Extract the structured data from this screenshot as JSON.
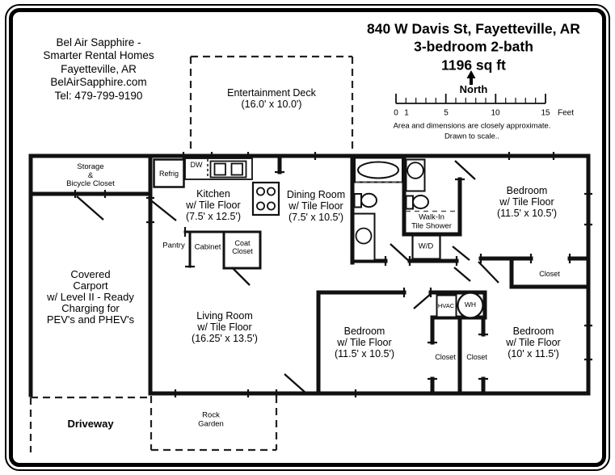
{
  "header": {
    "company_lines": [
      "Bel Air Sapphire -",
      "Smarter Rental Homes",
      "Fayetteville, AR",
      "BelAirSapphire.com",
      "Tel: 479-799-9190"
    ],
    "address": "840 W Davis St, Fayetteville, AR",
    "bedrooms": "3-bedroom 2-bath",
    "area": "1196 sq ft",
    "north_label": "North",
    "scale": {
      "t0": "0",
      "t1": "1",
      "t5": "5",
      "t10": "10",
      "t15": "15",
      "unit": "Feet"
    },
    "note1": "Area and dimensions are closely approximate.",
    "note2": "Drawn to scale.."
  },
  "outdoor": {
    "deck_line1": "Entertainment Deck",
    "deck_line2": "(16.0' x 10.0')",
    "driveway": "Driveway",
    "rock1": "Rock",
    "rock2": "Garden"
  },
  "rooms": {
    "storage": {
      "l1": "Storage",
      "l2": "&",
      "l3": "Bicycle Closet"
    },
    "carport": {
      "l1": "Covered",
      "l2": "Carport",
      "l3": "w/ Level II - Ready",
      "l4": "Charging for",
      "l5": "PEV's and PHEV's"
    },
    "kitchen": {
      "l1": "Kitchen",
      "l2": "w/ Tile Floor",
      "l3": "(7.5' x 12.5')"
    },
    "dining": {
      "l1": "Dining Room",
      "l2": "w/ Tile Floor",
      "l3": "(7.5' x 10.5')"
    },
    "living": {
      "l1": "Living Room",
      "l2": "w/ Tile Floor",
      "l3": "(16.25' x 13.5')"
    },
    "bedroom_ne": {
      "l1": "Bedroom",
      "l2": "w/ Tile Floor",
      "l3": "(11.5' x 10.5')"
    },
    "bedroom_s": {
      "l1": "Bedroom",
      "l2": "w/ Tile Floor",
      "l3": "(11.5' x 10.5')"
    },
    "bedroom_se": {
      "l1": "Bedroom",
      "l2": "w/ Tile Floor",
      "l3": "(10' x 11.5')"
    },
    "shower": {
      "l1": "Walk-In",
      "l2": "Tile Shower"
    }
  },
  "fixtures": {
    "refrigerator": "Refrig",
    "dishwasher": "DW",
    "pantry": "Pantry",
    "cabinet": "Cabinet",
    "coat_closet_l1": "Coat",
    "coat_closet_l2": "Closet",
    "washer_dryer": "W/D",
    "hvac": "HVAC",
    "water_heater": "WH",
    "closet_ne": "Closet",
    "closet_s_left": "Closet",
    "closet_s_right": "Closet"
  },
  "colors": {
    "wall": "#111111",
    "dashed_gray": "#555555",
    "background": "#ffffff"
  }
}
